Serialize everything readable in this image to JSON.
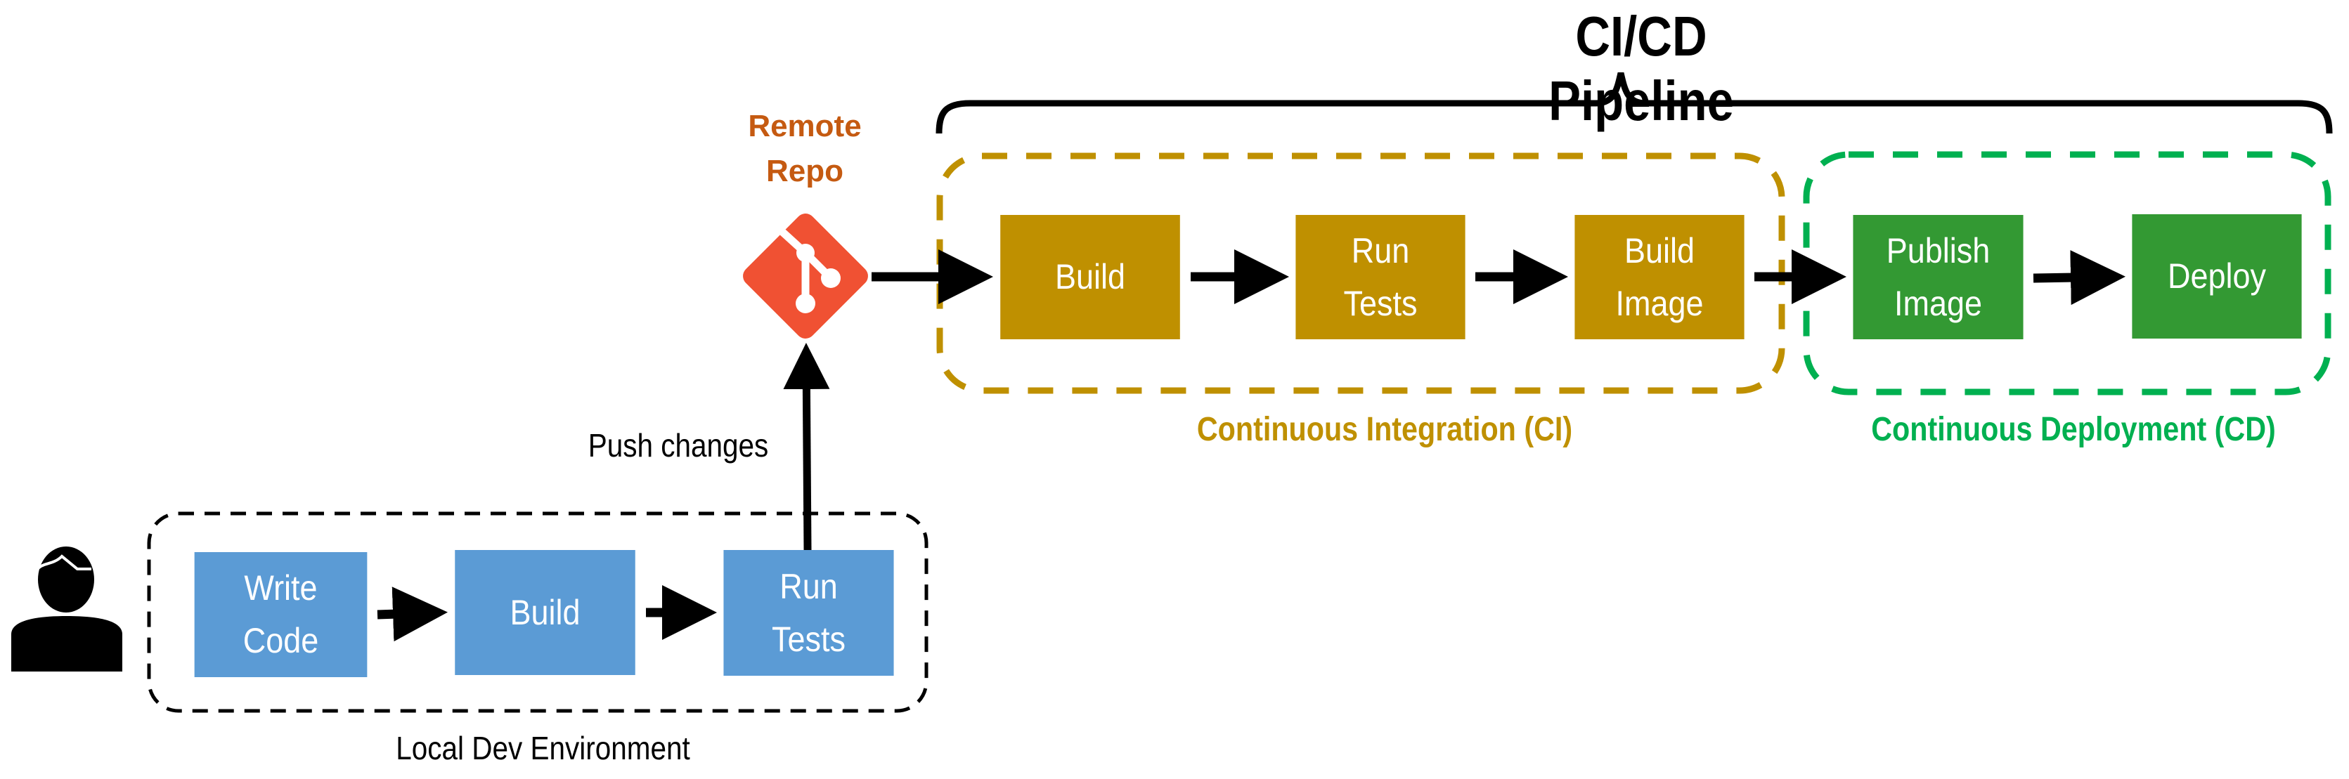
{
  "title": "CI/CD Pipeline",
  "remote_repo": {
    "label_line1": "Remote",
    "label_line2": "Repo",
    "icon": "git-icon",
    "color": "#F05133",
    "label_color": "#C55A11"
  },
  "push_label": "Push changes",
  "local_env": {
    "label": "Local Dev Environment",
    "actor_icon": "person-icon",
    "color": "#5B9BD5",
    "steps": [
      {
        "label": "Write\nCode"
      },
      {
        "label": "Build"
      },
      {
        "label": "Run\nTests"
      }
    ]
  },
  "ci": {
    "label": "Continuous Integration (CI)",
    "color": "#BF9000",
    "steps": [
      {
        "label": "Build"
      },
      {
        "label": "Run\nTests"
      },
      {
        "label": "Build\nImage"
      }
    ]
  },
  "cd": {
    "label": "Continuous Deployment (CD)",
    "box_color": "#339933",
    "border_color": "#00B050",
    "steps": [
      {
        "label": "Publish\nImage"
      },
      {
        "label": "Deploy"
      }
    ]
  }
}
